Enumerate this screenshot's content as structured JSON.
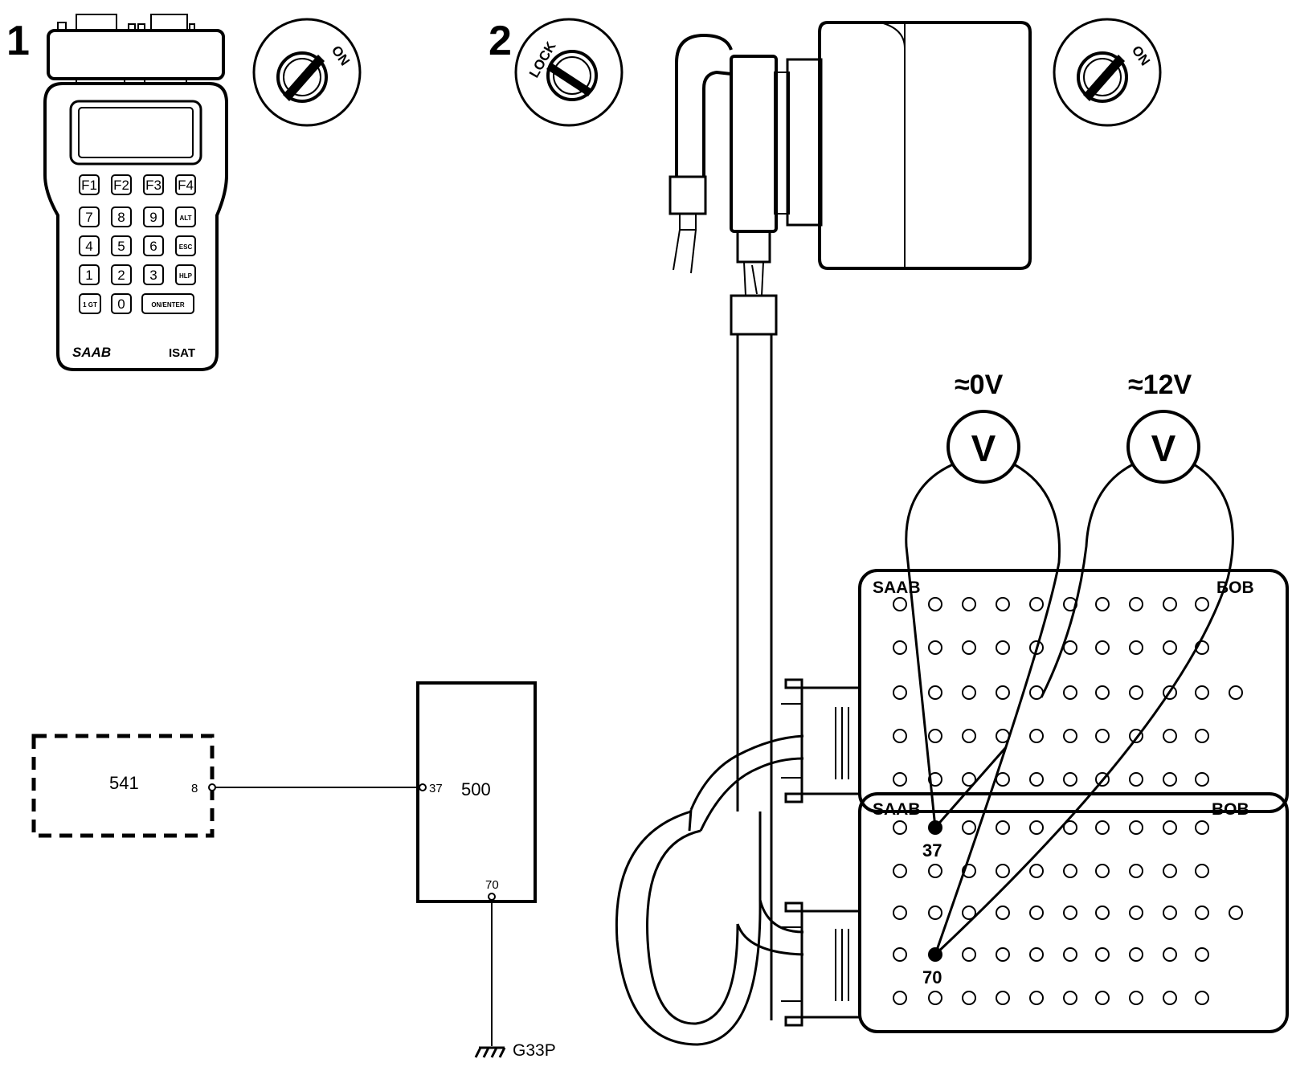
{
  "steps": {
    "step1": "1",
    "step2": "2"
  },
  "ignition": {
    "on_label": "ON",
    "lock_label": "LOCK"
  },
  "isat": {
    "brand": "SAAB",
    "model": "ISAT",
    "keys": [
      [
        "F1",
        "F2",
        "F3",
        "F4"
      ],
      [
        "7",
        "8",
        "9",
        "ALT"
      ],
      [
        "4",
        "5",
        "6",
        "ESC"
      ],
      [
        "1",
        "2",
        "3",
        "HLP"
      ],
      [
        "1 GT",
        "0",
        "ON/ENTER"
      ]
    ]
  },
  "schematic": {
    "component_541": "541",
    "component_500": "500",
    "pin_8": "8",
    "pin_37": "37",
    "pin_70": "70",
    "ground": "G33P"
  },
  "voltmeters": {
    "left": {
      "symbol": "V",
      "reading": "≈0V"
    },
    "right": {
      "symbol": "V",
      "reading": "≈12V"
    }
  },
  "breakout_box": {
    "upper": {
      "label_left": "SAAB",
      "label_right": "BOB"
    },
    "lower": {
      "label_left": "SAAB",
      "label_right": "BOB"
    },
    "pin_37": "37",
    "pin_70": "70"
  }
}
